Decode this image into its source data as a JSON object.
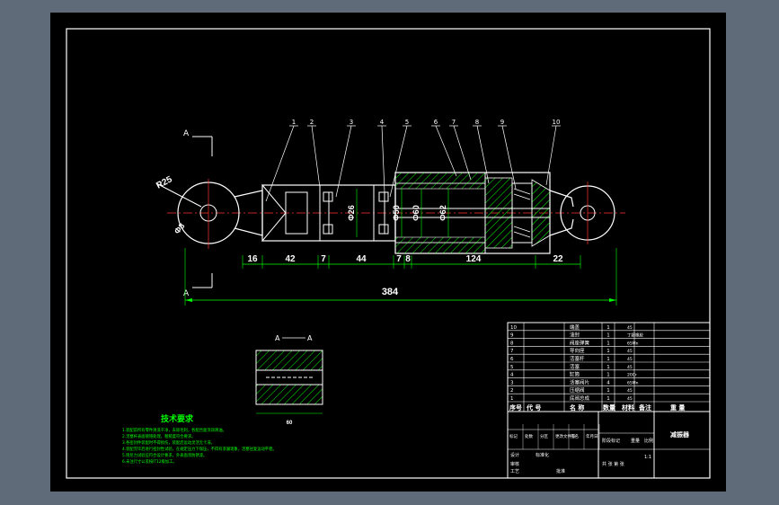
{
  "colors": {
    "frame_bg": "#5f6b78",
    "sheet": "#000000",
    "line": "#ffffff",
    "dim": "#00ff00",
    "hatch": "#00ff00"
  },
  "section": {
    "cut_label": "A",
    "view_title": [
      "A",
      "A"
    ]
  },
  "radius_label": "R25",
  "dia_label": "Φ8",
  "balloons": [
    "1",
    "2",
    "3",
    "4",
    "5",
    "6",
    "7",
    "8",
    "9",
    "10"
  ],
  "bore_labels": [
    "Φ26",
    "Φ50",
    "Φ60",
    "Φ62"
  ],
  "dims": {
    "segments": [
      "16",
      "42",
      "7",
      "44",
      "7",
      "8",
      "124",
      "22"
    ],
    "overall": "384"
  },
  "section_width": "60",
  "tech": {
    "title": "技术要求",
    "notes": [
      "1.装配前所有零件清洗干净，去除毛刺，各配合面涂润滑油。",
      "2.活塞杆表面镀铬处理，粗糙度符合要求。",
      "3.各密封件装配时不得损伤，装配后运动灵活无卡滞。",
      "4.装配完毕后进行密封性试验，在规定压力下保压，不得有渗漏现象，活塞往复运动平稳。",
      "5.阻尼力试验应符合设计要求，外表面涂防锈漆。",
      "6.未注尺寸公差按IT12级加工。"
    ]
  },
  "bom": {
    "rows": [
      {
        "no": "10",
        "name": "端盖",
        "qty": "1",
        "mat": "45"
      },
      {
        "no": "9",
        "name": "油封",
        "qty": "1",
        "mat": "丁腈橡胶"
      },
      {
        "no": "8",
        "name": "阀座弹簧",
        "qty": "1",
        "mat": "65Mn"
      },
      {
        "no": "7",
        "name": "导向座",
        "qty": "1",
        "mat": "45"
      },
      {
        "no": "6",
        "name": "活塞杆",
        "qty": "1",
        "mat": "45"
      },
      {
        "no": "5",
        "name": "活塞",
        "qty": "1",
        "mat": "45"
      },
      {
        "no": "4",
        "name": "缸筒",
        "qty": "1",
        "mat": "20Cr"
      },
      {
        "no": "3",
        "name": "活塞阀片",
        "qty": "4",
        "mat": "65Mn"
      },
      {
        "no": "2",
        "name": "压缩阀",
        "qty": "1",
        "mat": "45"
      },
      {
        "no": "1",
        "name": "底阀总成",
        "qty": "1",
        "mat": "45"
      }
    ],
    "header": {
      "seq": "序号",
      "code": "代 号",
      "name": "名 称",
      "qty": "数量",
      "mat": "材料",
      "note": "备注",
      "weight": "重 量"
    }
  },
  "title_block": {
    "row1": [
      "标记",
      "处数",
      "分区",
      "更改文件号",
      "签名",
      "年月日"
    ],
    "stage": "阶段标记",
    "w": "重量",
    "scale": "比例",
    "ratio": "1:1",
    "title": "减振器",
    "design": "设计",
    "std": "标准化",
    "check": "审核",
    "proc": "工艺",
    "approve": "批准",
    "sheet": "共 张 第 张"
  }
}
